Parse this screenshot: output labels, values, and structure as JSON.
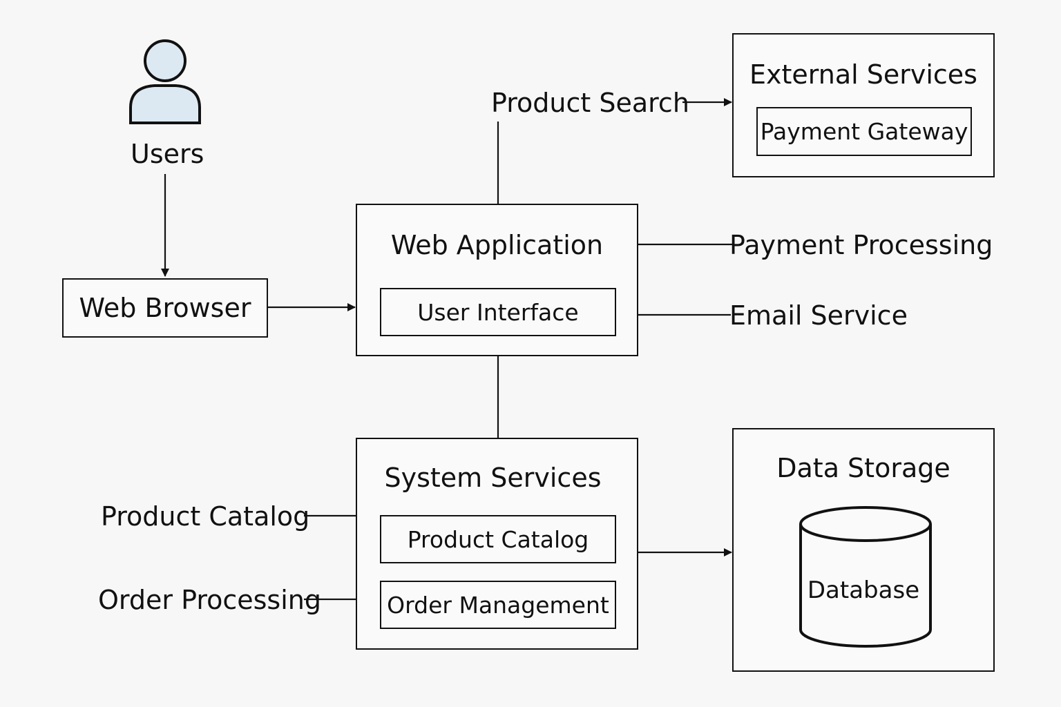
{
  "users": {
    "label": "Users",
    "icon": "user-icon",
    "icon_fill": "#dde9f2"
  },
  "web_browser": {
    "label": "Web Browser"
  },
  "web_application": {
    "title": "Web Application",
    "components": [
      "User Interface"
    ]
  },
  "external_services": {
    "title": "External Services",
    "components": [
      "Payment Gateway"
    ]
  },
  "system_services": {
    "title": "System Services",
    "components": [
      "Product Catalog",
      "Order Management"
    ]
  },
  "data_storage": {
    "title": "Data Storage",
    "database": {
      "label": "Database",
      "icon": "database-cylinder-icon"
    }
  },
  "connection_labels": {
    "product_search": "Product Search",
    "payment_processing": "Payment Processing",
    "email_service": "Email Service",
    "product_catalog": "Product Catalog",
    "order_processing": "Order Processing"
  },
  "colors": {
    "line": "#111111",
    "background": "#f7f7f7"
  }
}
